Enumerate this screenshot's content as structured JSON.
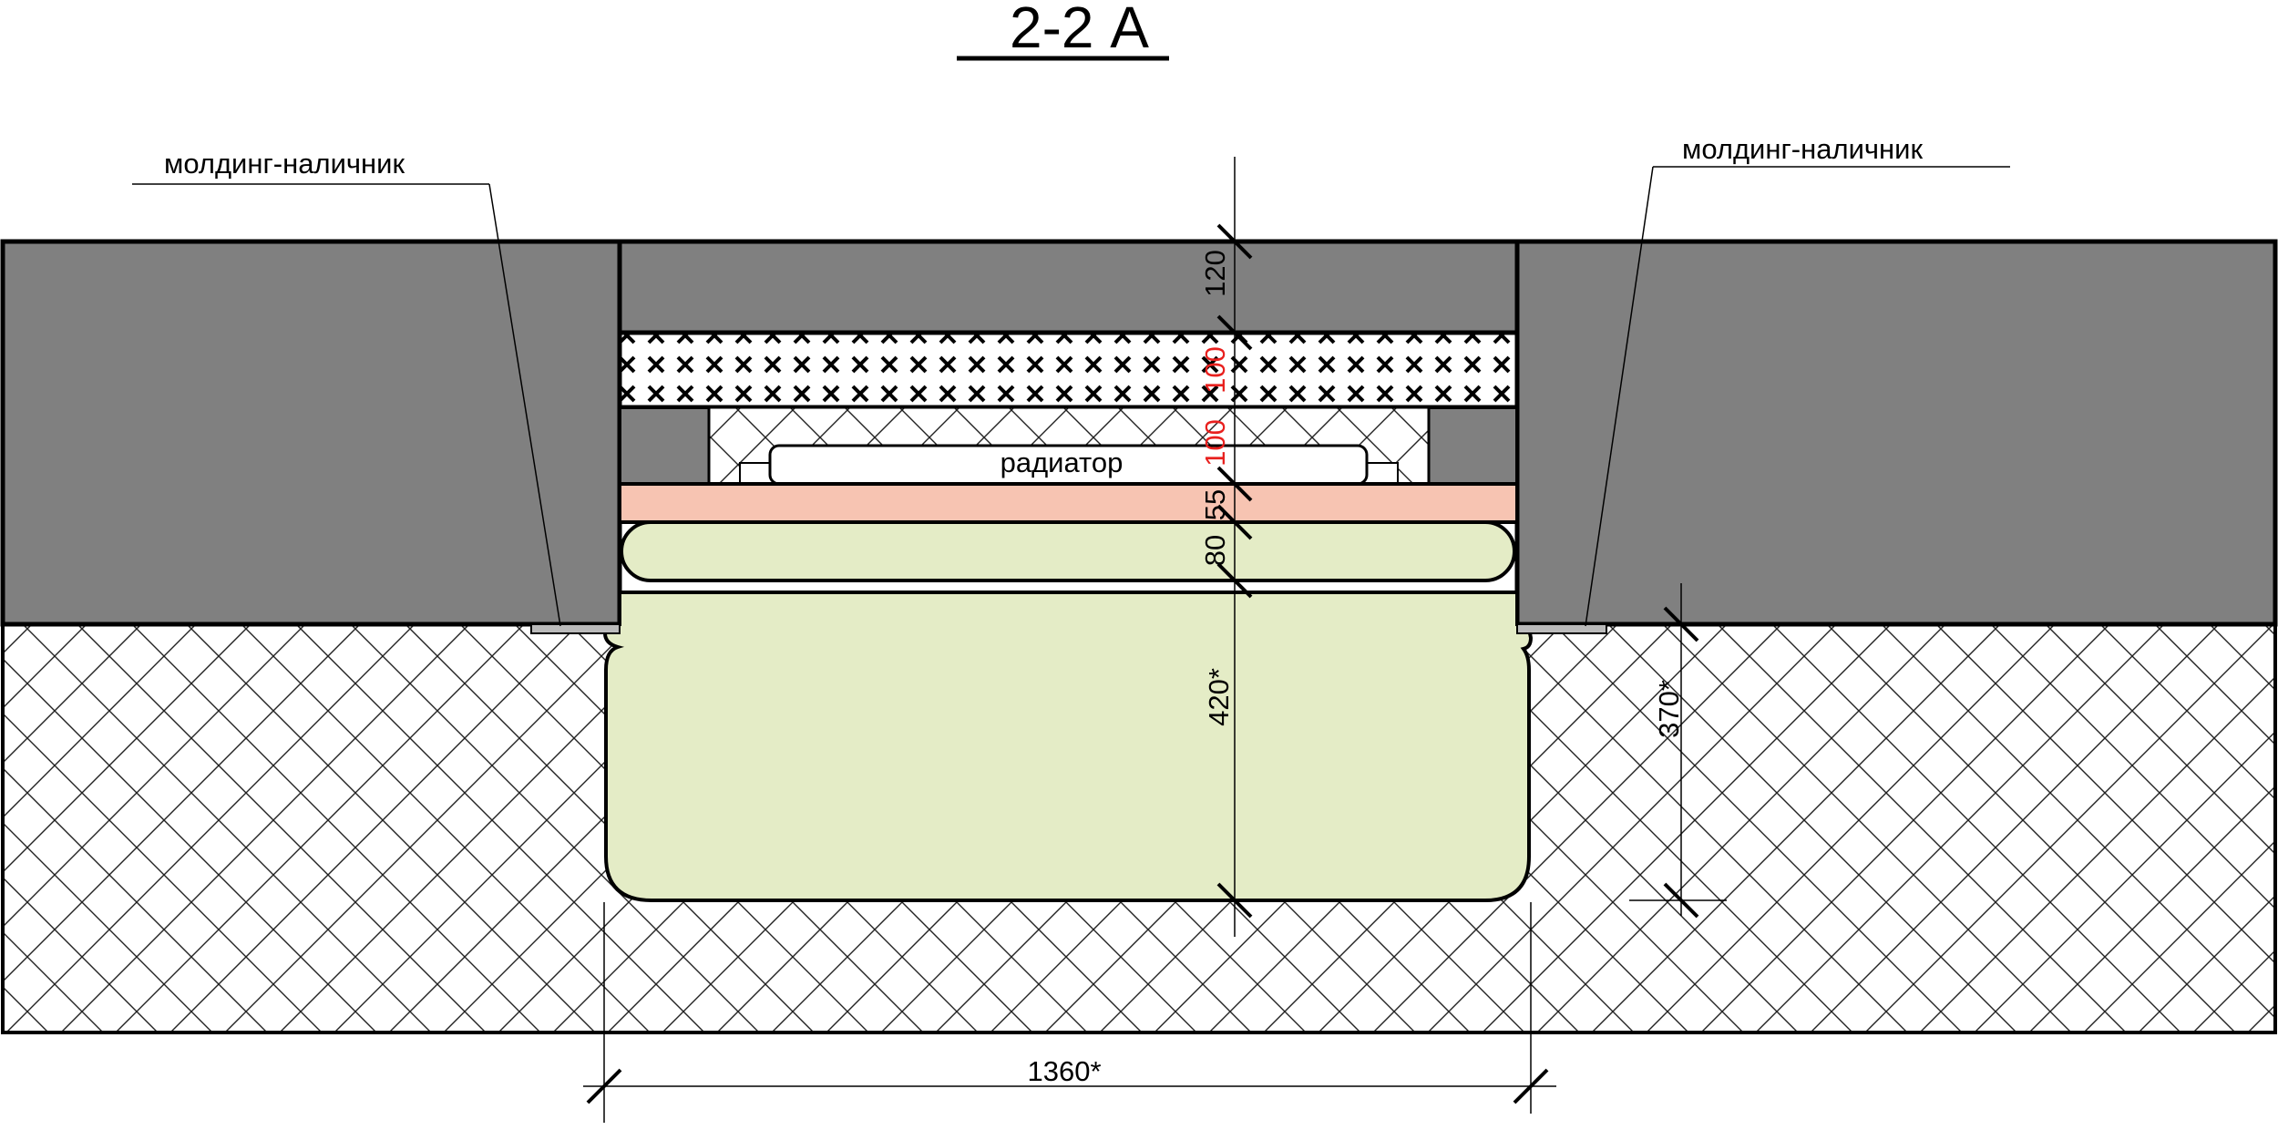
{
  "drawing": {
    "title": "2-2 А",
    "labels": {
      "molding_left": "молдинг-наличник",
      "molding_right": "молдинг-наличник",
      "radiator": "радиатор"
    },
    "dimensions": {
      "d120": "120",
      "d100_red_a": "100",
      "d100_red_b": "100",
      "d55": "55",
      "d80": "80",
      "d420": "420*",
      "d370": "370*",
      "d1360": "1360*"
    },
    "colors": {
      "wall": "#808080",
      "insulation_fill": "#ffffff",
      "board": "#f7c4b2",
      "sofa": "#e4ecc6",
      "red_dim": "#e8201e",
      "line": "#000000"
    }
  }
}
